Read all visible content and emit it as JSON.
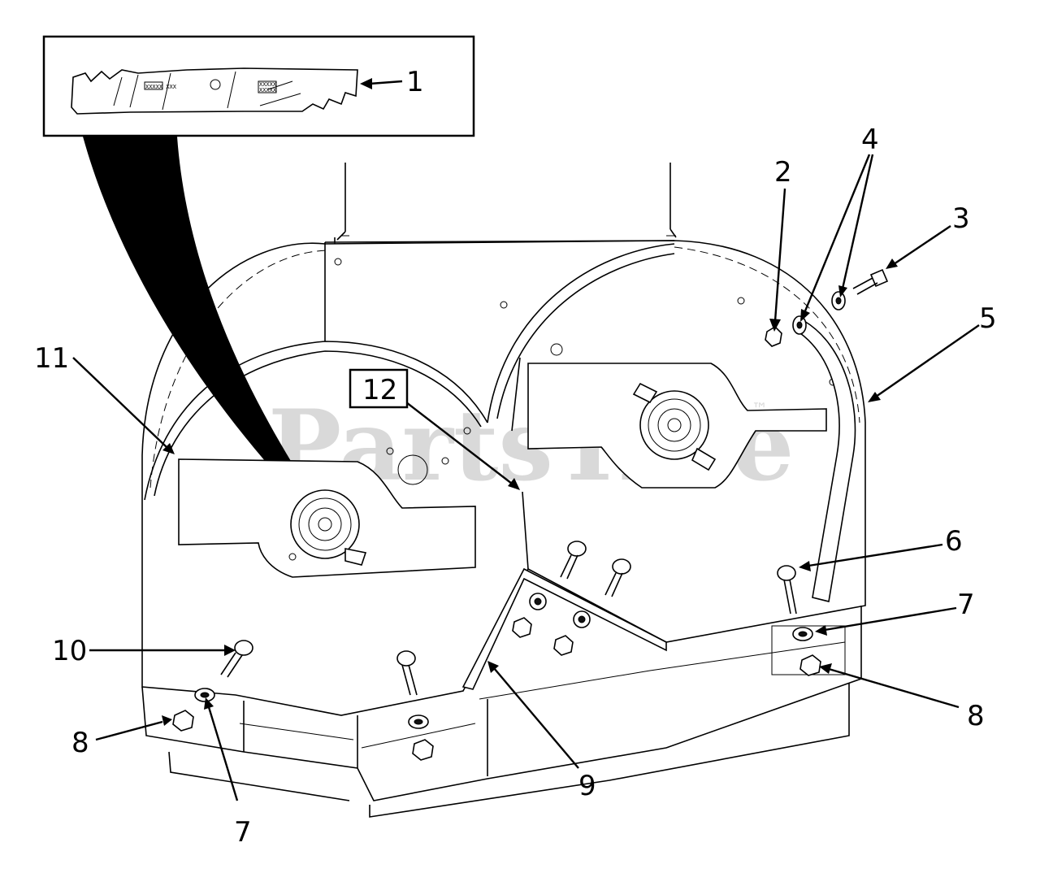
{
  "watermark": "PartsTree",
  "watermark_tm": "™",
  "inset": {
    "blade_text_left": "XXXXX XXX",
    "blade_text_right_1": "XXXXX",
    "blade_text_right_2": "XXXXX"
  },
  "callouts": {
    "c1": "1",
    "c2": "2",
    "c3": "3",
    "c4": "4",
    "c5": "5",
    "c6": "6",
    "c7a": "7",
    "c7b": "7",
    "c8a": "8",
    "c8b": "8",
    "c9": "9",
    "c10": "10",
    "c11": "11",
    "c12": "12"
  }
}
